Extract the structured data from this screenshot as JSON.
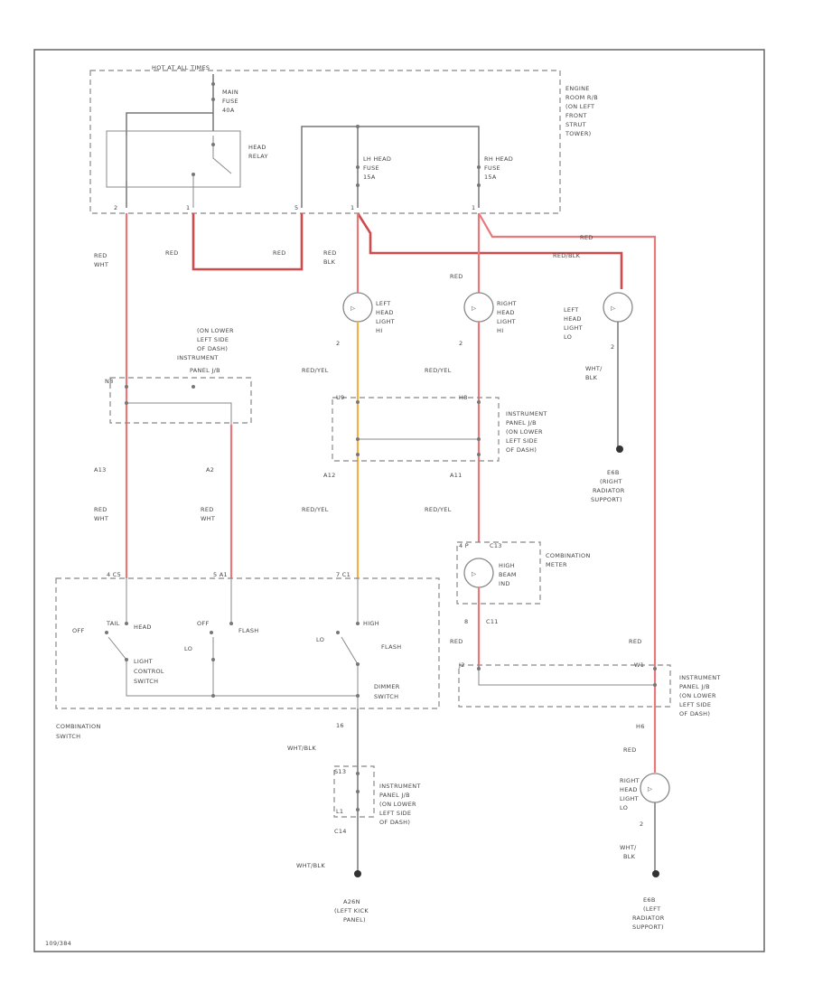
{
  "diagram": {
    "top_label": "HOT AT ALL TIMES",
    "engine_room": [
      "ENGINE",
      "ROOM R/B",
      "(ON LEFT",
      "FRONT",
      "STRUT",
      "TOWER)"
    ],
    "main_fuse": [
      "MAIN",
      "FUSE",
      "40A"
    ],
    "head_relay": [
      "HEAD",
      "RELAY"
    ],
    "lh_fuse": [
      "LH HEAD",
      "FUSE",
      "15A"
    ],
    "rh_fuse": [
      "RH HEAD",
      "FUSE",
      "15A"
    ],
    "pins_top": [
      "2",
      "1",
      "5",
      "1",
      "1"
    ],
    "wire_red_wht_1": [
      "RED",
      "WHT"
    ],
    "wire_red_1": "RED",
    "wire_red_2": "RED",
    "wire_red_blk": [
      "RED",
      "BLK"
    ],
    "wire_red_3": "RED",
    "wire_red_4": "RED",
    "wire_red_blk_2": "RED/BLK",
    "left_hi": [
      "LEFT",
      "HEAD",
      "LIGHT",
      "HI"
    ],
    "right_hi": [
      "RIGHT",
      "HEAD",
      "LIGHT",
      "HI"
    ],
    "left_lo": [
      "LEFT",
      "HEAD",
      "LIGHT",
      "LO"
    ],
    "pin2a": "2",
    "pin2b": "2",
    "pin2c": "2",
    "red_yel_1": "RED/YEL",
    "red_yel_2": "RED/YEL",
    "wht_blk_1": [
      "WHT/",
      "BLK"
    ],
    "jb_left_title": [
      "(ON LOWER",
      "LEFT SIDE",
      "OF DASH)",
      "INSTRUMENT",
      "PANEL J/B"
    ],
    "jb_left_pin": "N8",
    "jb_mid_pins": [
      "U9",
      "H8"
    ],
    "jb_mid_label": [
      "INSTRUMENT",
      "PANEL J/B",
      "(ON LOWER",
      "LEFT SIDE",
      "OF DASH)"
    ],
    "ground_e6_right": [
      "E6B",
      "(RIGHT",
      "RADIATOR",
      "SUPPORT)"
    ],
    "conn_a13": "A13",
    "conn_a2": "A2",
    "conn_a12": "A12",
    "conn_a11": "A11",
    "red_wht_2": [
      "RED",
      "WHT"
    ],
    "red_wht_3": [
      "RED",
      "WHT"
    ],
    "red_yel_3": "RED/YEL",
    "red_yel_4": "RED/YEL",
    "comb_meter_pins": [
      "4 P",
      "C13"
    ],
    "high_beam": [
      "HIGH",
      "BEAM",
      "IND"
    ],
    "comb_meter": [
      "COMBINATION",
      "METER"
    ],
    "meter_pins_lower": [
      "8",
      "C11"
    ],
    "sw_pins": [
      "4 C5",
      "5 A1",
      "7 C1"
    ],
    "light_sw_pos": [
      "OFF",
      "TAIL",
      "HEAD"
    ],
    "flash_pos": [
      "OFF",
      "FLASH"
    ],
    "lo_label_1": "LO",
    "lo_label_2": "LO",
    "hi_label": "HIGH",
    "flash_label": "FLASH",
    "light_control": [
      "LIGHT",
      "CONTROL",
      "SWITCH"
    ],
    "dimmer": [
      "DIMMER",
      "SWITCH"
    ],
    "comb_switch": [
      "COMBINATION",
      "SWITCH"
    ],
    "pin_16": "16",
    "wht_blk_2": "WHT/BLK",
    "jb_bottom_pin": "S13",
    "jb_bottom_pin2": "L1",
    "jb_bottom_label": [
      "INSTRUMENT",
      "PANEL J/B",
      "(ON LOWER",
      "LEFT SIDE",
      "OF DASH)"
    ],
    "conn_c14": "C14",
    "wht_blk_3": "WHT/BLK",
    "ground_a26": [
      "A26N",
      "(LEFT KICK",
      "PANEL)"
    ],
    "red_5": "RED",
    "red_6": "RED",
    "jb_right_pins": [
      "J2",
      "W1"
    ],
    "jb_right_label": [
      "INSTRUMENT",
      "PANEL J/B",
      "(ON LOWER",
      "LEFT SIDE",
      "OF DASH)"
    ],
    "pin_h6": "H6",
    "red_7": "RED",
    "right_lo": [
      "RIGHT",
      "HEAD",
      "LIGHT",
      "LO"
    ],
    "pin2d": "2",
    "wht_blk_4": [
      "WHT/",
      "BLK"
    ],
    "ground_e6_left": [
      "E6B",
      "(LEFT",
      "RADIATOR",
      "SUPPORT)"
    ],
    "ref_code": "109/384"
  }
}
